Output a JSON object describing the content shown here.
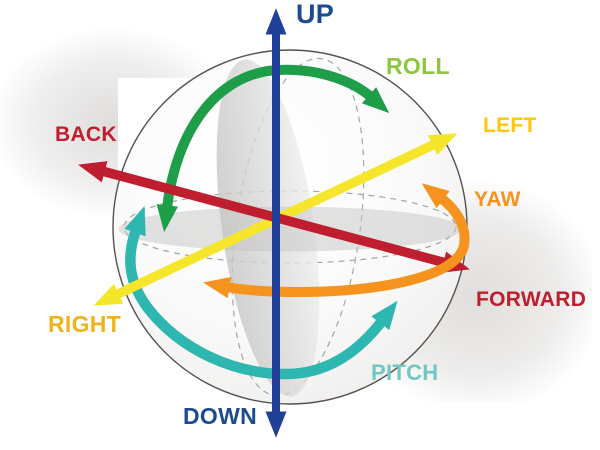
{
  "diagram_title": "3D orientation sphere with translation axes and rotation arcs",
  "labels": {
    "up": {
      "text": "UP",
      "color": "#1D4B8F"
    },
    "down": {
      "text": "DOWN",
      "color": "#1D4B8F"
    },
    "back": {
      "text": "BACK",
      "color": "#BE1E2D"
    },
    "forward": {
      "text": "FORWARD",
      "color": "#BE1E2D"
    },
    "left": {
      "text": "LEFT",
      "color": "#FFC60B"
    },
    "right": {
      "text": "RIGHT",
      "color": "#EEB21C"
    },
    "roll": {
      "text": "ROLL",
      "color": "#8DC63F"
    },
    "yaw": {
      "text": "YAW",
      "color": "#F6921E"
    },
    "pitch": {
      "text": "PITCH",
      "color": "#70C7C3"
    }
  },
  "arrow_colors": {
    "vertical_axis": "#21409A",
    "back_forward_axis": "#BE1E2D",
    "left_right_axis": "#F5E62B",
    "roll_arc": "#1E9E48",
    "yaw_arc": "#F6921E",
    "pitch_arc": "#2EB6B0"
  },
  "sphere": {
    "outline_color": "#55524E",
    "dashed_line_color": "#9C9C9C",
    "shading_color": "#C9C9C9"
  }
}
